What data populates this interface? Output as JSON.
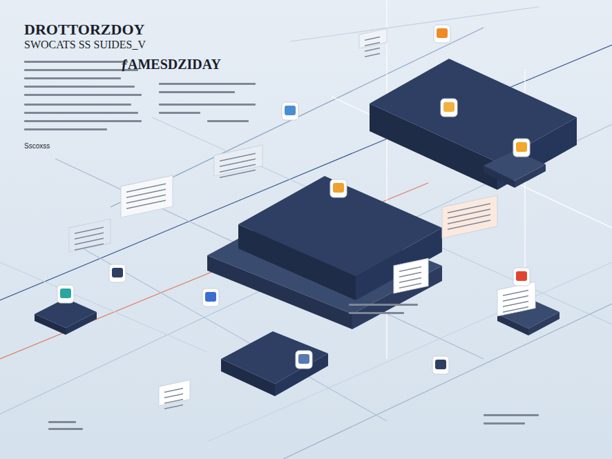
{
  "diagram": {
    "title": "DROTTORZDOY",
    "labels": [
      "SWOCATS SS SUIDES_V",
      "ƒAMESDZIDAY",
      "Sscoxss"
    ]
  }
}
